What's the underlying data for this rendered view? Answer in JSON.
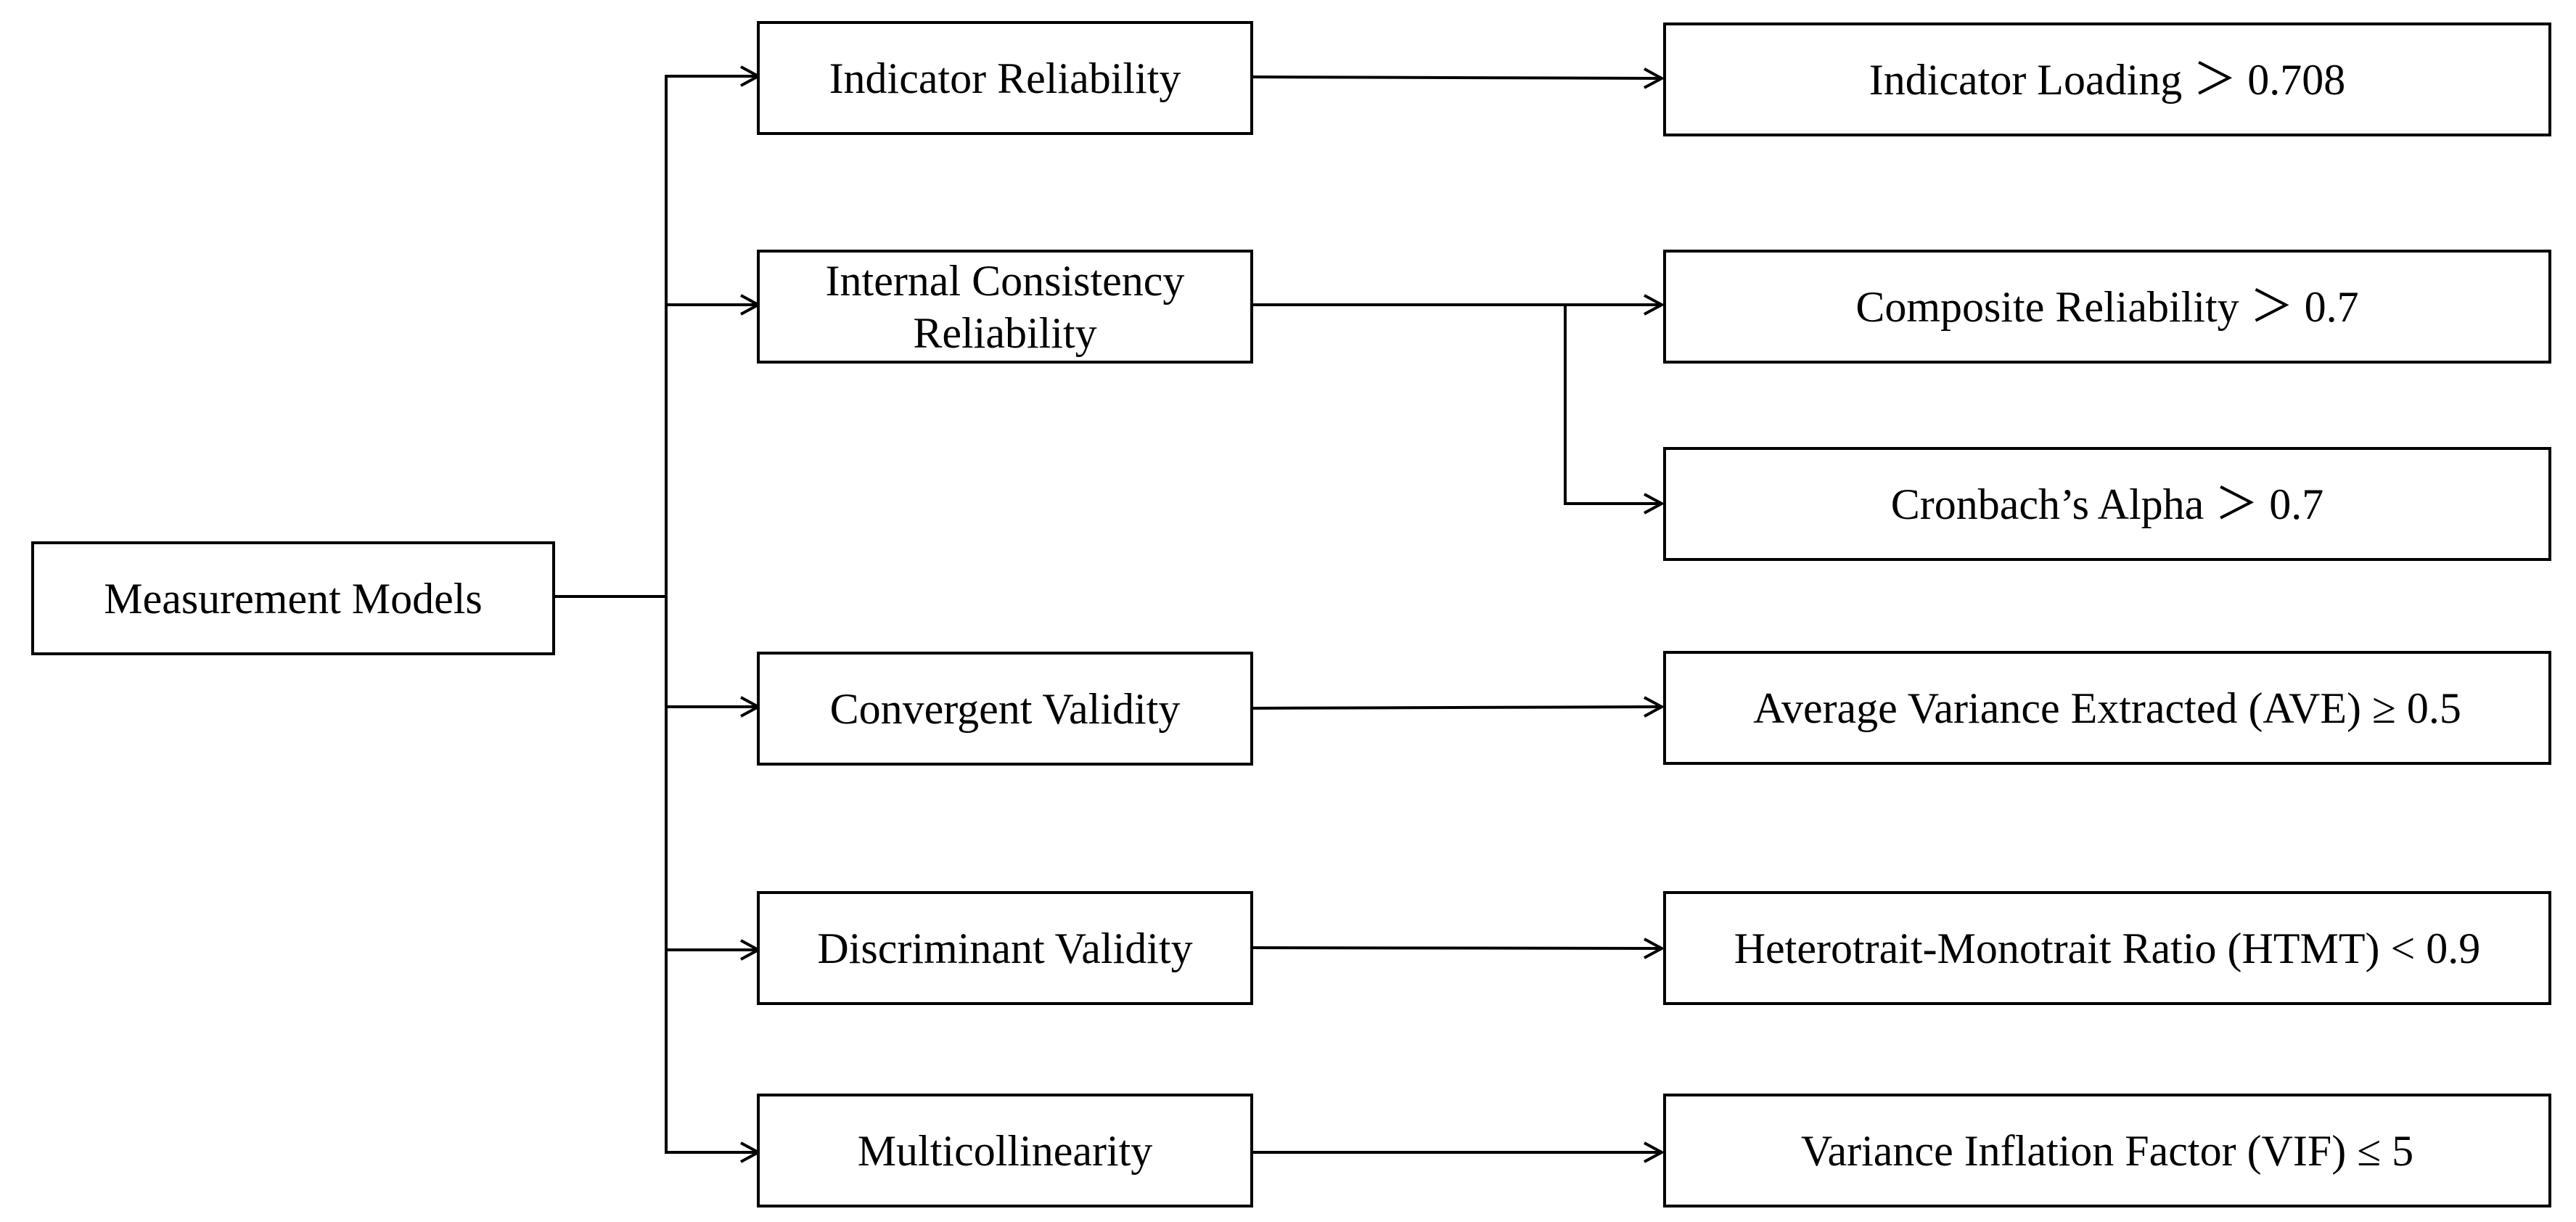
{
  "root": {
    "label": "Measurement Models"
  },
  "categories": [
    {
      "id": "indicator-reliability",
      "label": "Indicator Reliability"
    },
    {
      "id": "internal-consistency",
      "label": "Internal Consistency\nReliability"
    },
    {
      "id": "convergent-validity",
      "label": "Convergent Validity"
    },
    {
      "id": "discriminant-validity",
      "label": "Discriminant Validity"
    },
    {
      "id": "multicollinearity",
      "label": "Multicollinearity"
    }
  ],
  "criteria": [
    {
      "id": "indicator-loading",
      "label": "Indicator Loading ＞ 0.708"
    },
    {
      "id": "composite-reliability",
      "label": "Composite Reliability ＞ 0.7"
    },
    {
      "id": "cronbachs-alpha",
      "label": "Cronbach’s Alpha ＞ 0.7"
    },
    {
      "id": "ave",
      "label": "Average Variance Extracted (AVE) ≥ 0.5"
    },
    {
      "id": "htmt",
      "label": "Heterotrait-Monotrait Ratio (HTMT) < 0.9"
    },
    {
      "id": "vif",
      "label": "Variance Inflation Factor (VIF) ≤ 5"
    }
  ],
  "colors": {
    "line": "#000000",
    "box_border": "#000000",
    "background": "#ffffff"
  }
}
